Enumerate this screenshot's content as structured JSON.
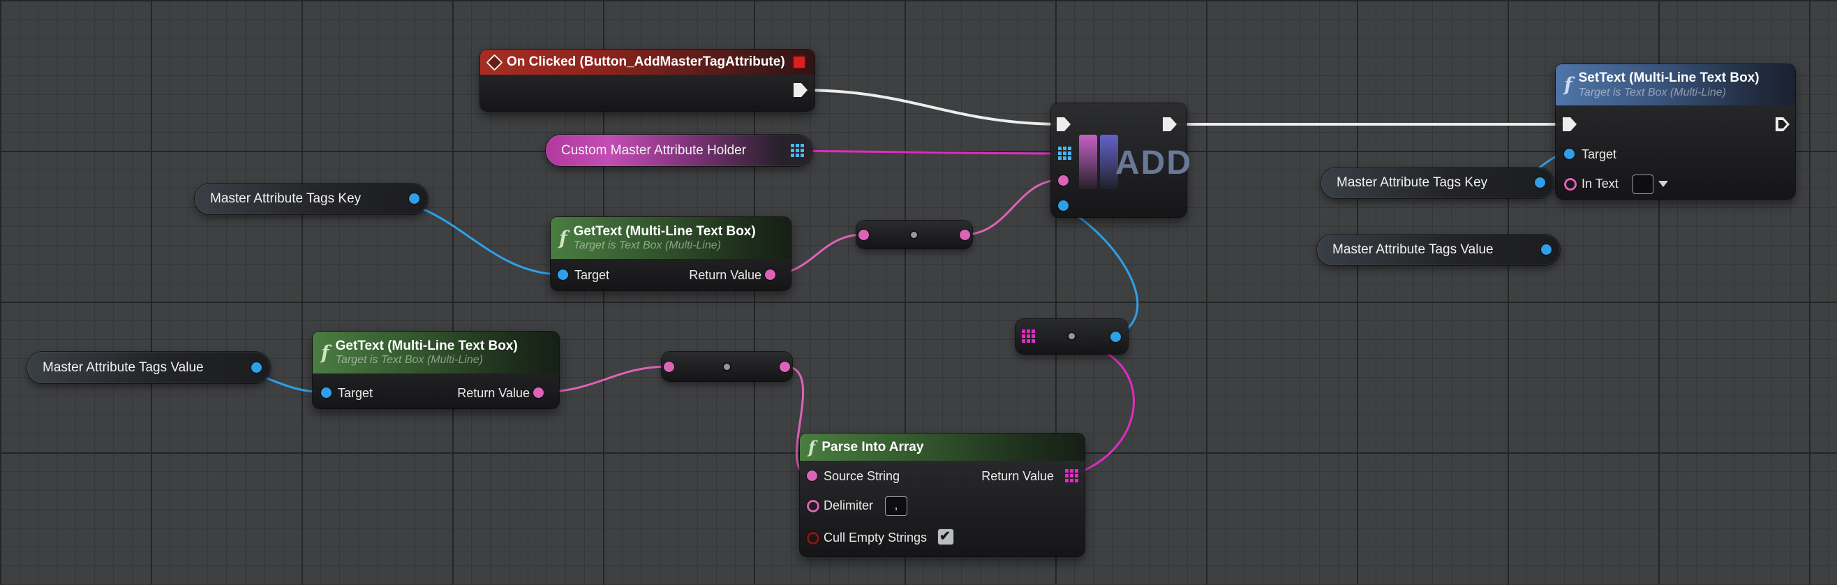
{
  "colors": {
    "canvas_bg": "#3f4042",
    "grid_minor": "#343536",
    "grid_major": "#222324",
    "exec_wire": "#ededed",
    "object_pin_blue": "#2fa0e8",
    "text_pin_pink": "#dc64b6",
    "string_wire_magenta": "#e02cc4",
    "bool_pin_red": "#8e1514",
    "event_header_red": "#a62d23",
    "pure_function_header_green": "#4a7d41",
    "function_header_blue": "#4f75a9",
    "variable_pill_magenta": "#c24db4"
  },
  "nodes": {
    "on_clicked": {
      "title": "On Clicked (Button_AddMasterTagAttribute)"
    },
    "custom_master_attribute_holder": {
      "label": "Custom Master Attribute Holder"
    },
    "master_attribute_tags_key": {
      "label": "Master Attribute Tags Key"
    },
    "master_attribute_tags_value": {
      "label": "Master Attribute Tags Value"
    },
    "gettext": {
      "title": "GetText (Multi-Line Text Box)",
      "subtitle": "Target is Text Box (Multi-Line)",
      "target_label": "Target",
      "return_label": "Return Value"
    },
    "add": {
      "watermark": "ADD"
    },
    "settext": {
      "title": "SetText (Multi-Line Text Box)",
      "subtitle": "Target is Text Box (Multi-Line)",
      "target_label": "Target",
      "in_text_label": "In Text"
    },
    "parse_into_array": {
      "title": "Parse Into Array",
      "source_string_label": "Source String",
      "return_label": "Return Value",
      "delimiter_label": "Delimiter",
      "delimiter_value": ",",
      "cull_label": "Cull Empty Strings",
      "cull_empty_strings_checked": true
    }
  },
  "wires": [
    {
      "from": "on_clicked.exec_out",
      "to": "add.exec_in",
      "type": "exec"
    },
    {
      "from": "add.exec_out",
      "to": "settext.exec_in",
      "type": "exec"
    },
    {
      "from": "custom_master_attribute_holder.out",
      "to": "add.map_in",
      "type": "map"
    },
    {
      "from": "master_attribute_tags_key_left.out",
      "to": "gettext_key.target",
      "type": "object"
    },
    {
      "from": "gettext_key.return_value",
      "to": "reroute_upper.in",
      "type": "text"
    },
    {
      "from": "reroute_upper.out",
      "to": "add.key_in",
      "type": "text"
    },
    {
      "from": "master_attribute_tags_value_left.out",
      "to": "gettext_value.target",
      "type": "object"
    },
    {
      "from": "gettext_value.return_value",
      "to": "reroute_lower.in",
      "type": "text"
    },
    {
      "from": "reroute_lower.out",
      "to": "parse_into_array.source_string",
      "type": "string"
    },
    {
      "from": "parse_into_array.return_value",
      "to": "array_conversion.in",
      "type": "string_array"
    },
    {
      "from": "array_conversion.out",
      "to": "add.value_in",
      "type": "object"
    },
    {
      "from": "master_attribute_tags_key_right.out",
      "to": "settext.target",
      "type": "object"
    }
  ]
}
